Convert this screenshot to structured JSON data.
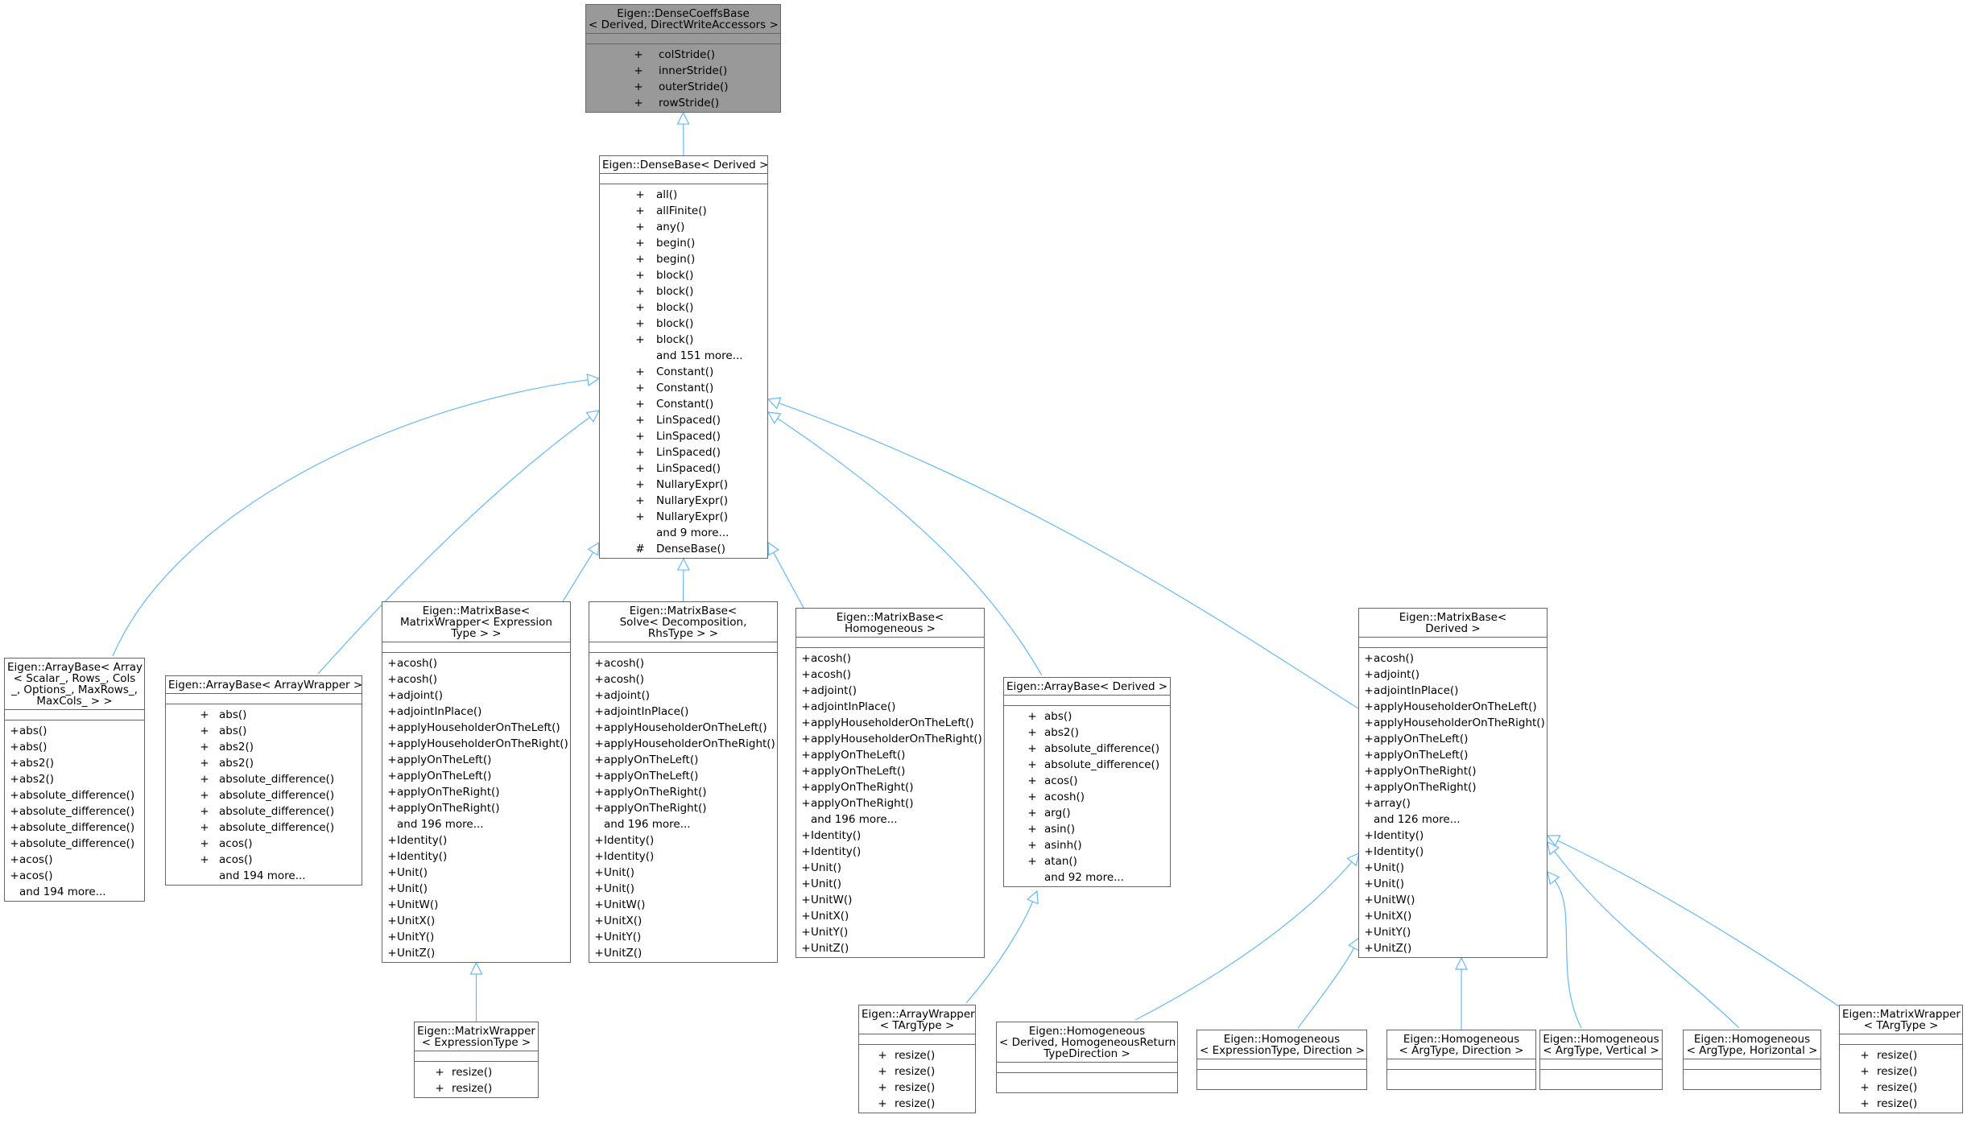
{
  "nodes": [
    {
      "id": "dcb",
      "title": "Eigen::DenseCoeffsBase\n< Derived, DirectWriteAccessors >",
      "root": true,
      "members": [
        {
          "v": "+",
          "n": "colStride()"
        },
        {
          "v": "+",
          "n": "innerStride()"
        },
        {
          "v": "+",
          "n": "outerStride()"
        },
        {
          "v": "+",
          "n": "rowStride()"
        }
      ]
    },
    {
      "id": "db",
      "title": "Eigen::DenseBase< Derived >",
      "members": [
        {
          "v": "+",
          "n": "all()"
        },
        {
          "v": "+",
          "n": "allFinite()"
        },
        {
          "v": "+",
          "n": "any()"
        },
        {
          "v": "+",
          "n": "begin()"
        },
        {
          "v": "+",
          "n": "begin()"
        },
        {
          "v": "+",
          "n": "block()"
        },
        {
          "v": "+",
          "n": "block()"
        },
        {
          "v": "+",
          "n": "block()"
        },
        {
          "v": "+",
          "n": "block()"
        },
        {
          "v": "+",
          "n": "block()"
        },
        {
          "v": "",
          "n": "and 151 more..."
        },
        {
          "v": "+",
          "n": "Constant()"
        },
        {
          "v": "+",
          "n": "Constant()"
        },
        {
          "v": "+",
          "n": "Constant()"
        },
        {
          "v": "+",
          "n": "LinSpaced()"
        },
        {
          "v": "+",
          "n": "LinSpaced()"
        },
        {
          "v": "+",
          "n": "LinSpaced()"
        },
        {
          "v": "+",
          "n": "LinSpaced()"
        },
        {
          "v": "+",
          "n": "NullaryExpr()"
        },
        {
          "v": "+",
          "n": "NullaryExpr()"
        },
        {
          "v": "+",
          "n": "NullaryExpr()"
        },
        {
          "v": "",
          "n": "and 9 more..."
        },
        {
          "v": "#",
          "n": "DenseBase()"
        }
      ]
    },
    {
      "id": "abArr",
      "title": "Eigen::ArrayBase< Array\n< Scalar_, Rows_, Cols\n_, Options_, MaxRows_,\nMaxCols_ > >",
      "members": [
        {
          "v": "+",
          "n": "abs()"
        },
        {
          "v": "+",
          "n": "abs()"
        },
        {
          "v": "+",
          "n": "abs2()"
        },
        {
          "v": "+",
          "n": "abs2()"
        },
        {
          "v": "+",
          "n": "absolute_difference()"
        },
        {
          "v": "+",
          "n": "absolute_difference()"
        },
        {
          "v": "+",
          "n": "absolute_difference()"
        },
        {
          "v": "+",
          "n": "absolute_difference()"
        },
        {
          "v": "+",
          "n": "acos()"
        },
        {
          "v": "+",
          "n": "acos()"
        },
        {
          "v": "",
          "n": "and 194 more..."
        }
      ]
    },
    {
      "id": "abAW",
      "title": "Eigen::ArrayBase< ArrayWrapper >",
      "members": [
        {
          "v": "+",
          "n": "abs()"
        },
        {
          "v": "+",
          "n": "abs()"
        },
        {
          "v": "+",
          "n": "abs2()"
        },
        {
          "v": "+",
          "n": "abs2()"
        },
        {
          "v": "+",
          "n": "absolute_difference()"
        },
        {
          "v": "+",
          "n": "absolute_difference()"
        },
        {
          "v": "+",
          "n": "absolute_difference()"
        },
        {
          "v": "+",
          "n": "absolute_difference()"
        },
        {
          "v": "+",
          "n": "acos()"
        },
        {
          "v": "+",
          "n": "acos()"
        },
        {
          "v": "",
          "n": "and 194 more..."
        }
      ]
    },
    {
      "id": "mbMW",
      "title": "Eigen::MatrixBase<\nMatrixWrapper< Expression\nType > >",
      "members": [
        {
          "v": "+",
          "n": "acosh()"
        },
        {
          "v": "+",
          "n": "acosh()"
        },
        {
          "v": "+",
          "n": "adjoint()"
        },
        {
          "v": "+",
          "n": "adjointInPlace()"
        },
        {
          "v": "+",
          "n": "applyHouseholderOnTheLeft()"
        },
        {
          "v": "+",
          "n": "applyHouseholderOnTheRight()"
        },
        {
          "v": "+",
          "n": "applyOnTheLeft()"
        },
        {
          "v": "+",
          "n": "applyOnTheLeft()"
        },
        {
          "v": "+",
          "n": "applyOnTheRight()"
        },
        {
          "v": "+",
          "n": "applyOnTheRight()"
        },
        {
          "v": "",
          "n": "and 196 more..."
        },
        {
          "v": "+",
          "n": "Identity()"
        },
        {
          "v": "+",
          "n": "Identity()"
        },
        {
          "v": "+",
          "n": "Unit()"
        },
        {
          "v": "+",
          "n": "Unit()"
        },
        {
          "v": "+",
          "n": "UnitW()"
        },
        {
          "v": "+",
          "n": "UnitX()"
        },
        {
          "v": "+",
          "n": "UnitY()"
        },
        {
          "v": "+",
          "n": "UnitZ()"
        }
      ]
    },
    {
      "id": "mbSolve",
      "title": "Eigen::MatrixBase<\nSolve< Decomposition,\nRhsType > >",
      "members": [
        {
          "v": "+",
          "n": "acosh()"
        },
        {
          "v": "+",
          "n": "acosh()"
        },
        {
          "v": "+",
          "n": "adjoint()"
        },
        {
          "v": "+",
          "n": "adjointInPlace()"
        },
        {
          "v": "+",
          "n": "applyHouseholderOnTheLeft()"
        },
        {
          "v": "+",
          "n": "applyHouseholderOnTheRight()"
        },
        {
          "v": "+",
          "n": "applyOnTheLeft()"
        },
        {
          "v": "+",
          "n": "applyOnTheLeft()"
        },
        {
          "v": "+",
          "n": "applyOnTheRight()"
        },
        {
          "v": "+",
          "n": "applyOnTheRight()"
        },
        {
          "v": "",
          "n": "and 196 more..."
        },
        {
          "v": "+",
          "n": "Identity()"
        },
        {
          "v": "+",
          "n": "Identity()"
        },
        {
          "v": "+",
          "n": "Unit()"
        },
        {
          "v": "+",
          "n": "Unit()"
        },
        {
          "v": "+",
          "n": "UnitW()"
        },
        {
          "v": "+",
          "n": "UnitX()"
        },
        {
          "v": "+",
          "n": "UnitY()"
        },
        {
          "v": "+",
          "n": "UnitZ()"
        }
      ]
    },
    {
      "id": "mbHom",
      "title": "Eigen::MatrixBase<\nHomogeneous >",
      "members": [
        {
          "v": "+",
          "n": "acosh()"
        },
        {
          "v": "+",
          "n": "acosh()"
        },
        {
          "v": "+",
          "n": "adjoint()"
        },
        {
          "v": "+",
          "n": "adjointInPlace()"
        },
        {
          "v": "+",
          "n": "applyHouseholderOnTheLeft()"
        },
        {
          "v": "+",
          "n": "applyHouseholderOnTheRight()"
        },
        {
          "v": "+",
          "n": "applyOnTheLeft()"
        },
        {
          "v": "+",
          "n": "applyOnTheLeft()"
        },
        {
          "v": "+",
          "n": "applyOnTheRight()"
        },
        {
          "v": "+",
          "n": "applyOnTheRight()"
        },
        {
          "v": "",
          "n": "and 196 more..."
        },
        {
          "v": "+",
          "n": "Identity()"
        },
        {
          "v": "+",
          "n": "Identity()"
        },
        {
          "v": "+",
          "n": "Unit()"
        },
        {
          "v": "+",
          "n": "Unit()"
        },
        {
          "v": "+",
          "n": "UnitW()"
        },
        {
          "v": "+",
          "n": "UnitX()"
        },
        {
          "v": "+",
          "n": "UnitY()"
        },
        {
          "v": "+",
          "n": "UnitZ()"
        }
      ]
    },
    {
      "id": "abDer",
      "title": "Eigen::ArrayBase< Derived >",
      "members": [
        {
          "v": "+",
          "n": "abs()"
        },
        {
          "v": "+",
          "n": "abs2()"
        },
        {
          "v": "+",
          "n": "absolute_difference()"
        },
        {
          "v": "+",
          "n": "absolute_difference()"
        },
        {
          "v": "+",
          "n": "acos()"
        },
        {
          "v": "+",
          "n": "acosh()"
        },
        {
          "v": "+",
          "n": "arg()"
        },
        {
          "v": "+",
          "n": "asin()"
        },
        {
          "v": "+",
          "n": "asinh()"
        },
        {
          "v": "+",
          "n": "atan()"
        },
        {
          "v": "",
          "n": "and 92 more..."
        }
      ]
    },
    {
      "id": "mbDer",
      "title": "Eigen::MatrixBase<\nDerived >",
      "members": [
        {
          "v": "+",
          "n": "acosh()"
        },
        {
          "v": "+",
          "n": "adjoint()"
        },
        {
          "v": "+",
          "n": "adjointInPlace()"
        },
        {
          "v": "+",
          "n": "applyHouseholderOnTheLeft()"
        },
        {
          "v": "+",
          "n": "applyHouseholderOnTheRight()"
        },
        {
          "v": "+",
          "n": "applyOnTheLeft()"
        },
        {
          "v": "+",
          "n": "applyOnTheLeft()"
        },
        {
          "v": "+",
          "n": "applyOnTheRight()"
        },
        {
          "v": "+",
          "n": "applyOnTheRight()"
        },
        {
          "v": "+",
          "n": "array()"
        },
        {
          "v": "",
          "n": "and 126 more..."
        },
        {
          "v": "+",
          "n": "Identity()"
        },
        {
          "v": "+",
          "n": "Identity()"
        },
        {
          "v": "+",
          "n": "Unit()"
        },
        {
          "v": "+",
          "n": "Unit()"
        },
        {
          "v": "+",
          "n": "UnitW()"
        },
        {
          "v": "+",
          "n": "UnitX()"
        },
        {
          "v": "+",
          "n": "UnitY()"
        },
        {
          "v": "+",
          "n": "UnitZ()"
        }
      ]
    },
    {
      "id": "mw",
      "title": "Eigen::MatrixWrapper\n< ExpressionType >",
      "members": [
        {
          "v": "+",
          "n": "resize()"
        },
        {
          "v": "+",
          "n": "resize()"
        }
      ]
    },
    {
      "id": "aw",
      "title": "Eigen::ArrayWrapper\n< TArgType >",
      "members": [
        {
          "v": "+",
          "n": "resize()"
        },
        {
          "v": "+",
          "n": "resize()"
        },
        {
          "v": "+",
          "n": "resize()"
        },
        {
          "v": "+",
          "n": "resize()"
        }
      ]
    },
    {
      "id": "homDer",
      "title": "Eigen::Homogeneous\n< Derived, HomogeneousReturn\nTypeDirection >",
      "members": []
    },
    {
      "id": "homExp",
      "title": "Eigen::Homogeneous\n< ExpressionType, Direction >",
      "members": []
    },
    {
      "id": "homArgDir",
      "title": "Eigen::Homogeneous\n< ArgType, Direction >",
      "members": []
    },
    {
      "id": "homVert",
      "title": "Eigen::Homogeneous\n< ArgType, Vertical >",
      "members": []
    },
    {
      "id": "homHor",
      "title": "Eigen::Homogeneous\n< ArgType, Horizontal >",
      "members": []
    },
    {
      "id": "mwT",
      "title": "Eigen::MatrixWrapper\n< TArgType >",
      "members": [
        {
          "v": "+",
          "n": "resize()"
        },
        {
          "v": "+",
          "n": "resize()"
        },
        {
          "v": "+",
          "n": "resize()"
        },
        {
          "v": "+",
          "n": "resize()"
        }
      ]
    }
  ],
  "edges": [
    {
      "from": "db",
      "to": "dcb"
    },
    {
      "from": "abArr",
      "to": "db"
    },
    {
      "from": "abAW",
      "to": "db"
    },
    {
      "from": "mbMW",
      "to": "db"
    },
    {
      "from": "mbSolve",
      "to": "db"
    },
    {
      "from": "mbHom",
      "to": "db"
    },
    {
      "from": "abDer",
      "to": "db"
    },
    {
      "from": "mbDer",
      "to": "db"
    },
    {
      "from": "mw",
      "to": "mbMW"
    },
    {
      "from": "aw",
      "to": "abDer"
    },
    {
      "from": "homDer",
      "to": "mbDer"
    },
    {
      "from": "homExp",
      "to": "mbDer"
    },
    {
      "from": "homArgDir",
      "to": "mbDer"
    },
    {
      "from": "homVert",
      "to": "mbDer"
    },
    {
      "from": "homHor",
      "to": "mbDer"
    },
    {
      "from": "mwT",
      "to": "mbDer"
    }
  ],
  "colors": {
    "edge": "#63b8ff",
    "root_fill": "#999999",
    "border": "#666666"
  }
}
